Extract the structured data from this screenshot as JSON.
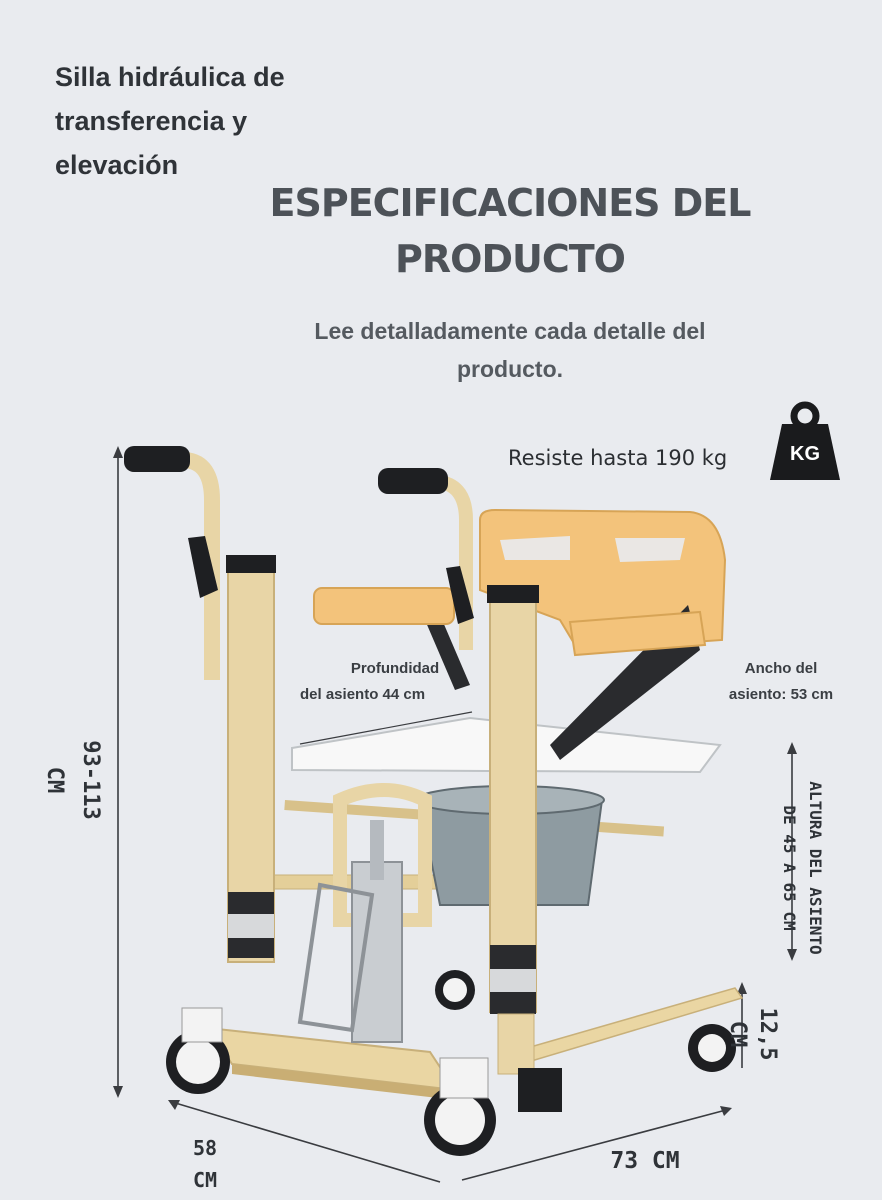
{
  "headline": {
    "line1": "Silla hidráulica de",
    "line2": "transferencia y",
    "line3": "elevación"
  },
  "specs": {
    "title_line1": "ESPECIFICACIONES DEL",
    "title_line2": "PRODUCTO",
    "subtitle_line1": "Lee detalladamente cada detalle del",
    "subtitle_line2": "producto."
  },
  "weight": {
    "text": "Resiste hasta 190 kg",
    "icon_label": "KG"
  },
  "labels": {
    "depth_line1": "Profundidad",
    "depth_line2": "del asiento 44 cm",
    "width_line1": "Ancho del",
    "width_line2": "asiento: 53 cm",
    "height_total_line1": "93-113",
    "height_total_line2": "CM",
    "seat_height_line1": "ALTURA DEL ASIENTO",
    "seat_height_line2": "DE 45 A 65 CM",
    "base_height_line1": "12,5",
    "base_height_line2": "CM",
    "depth_base_line1": "58",
    "depth_base_line2": "CM",
    "length_base": "73 CM"
  },
  "colors": {
    "background": "#e9ebef",
    "frame": "#e8d5a6",
    "seat": "#f1c27a",
    "dark": "#1e1f22"
  }
}
